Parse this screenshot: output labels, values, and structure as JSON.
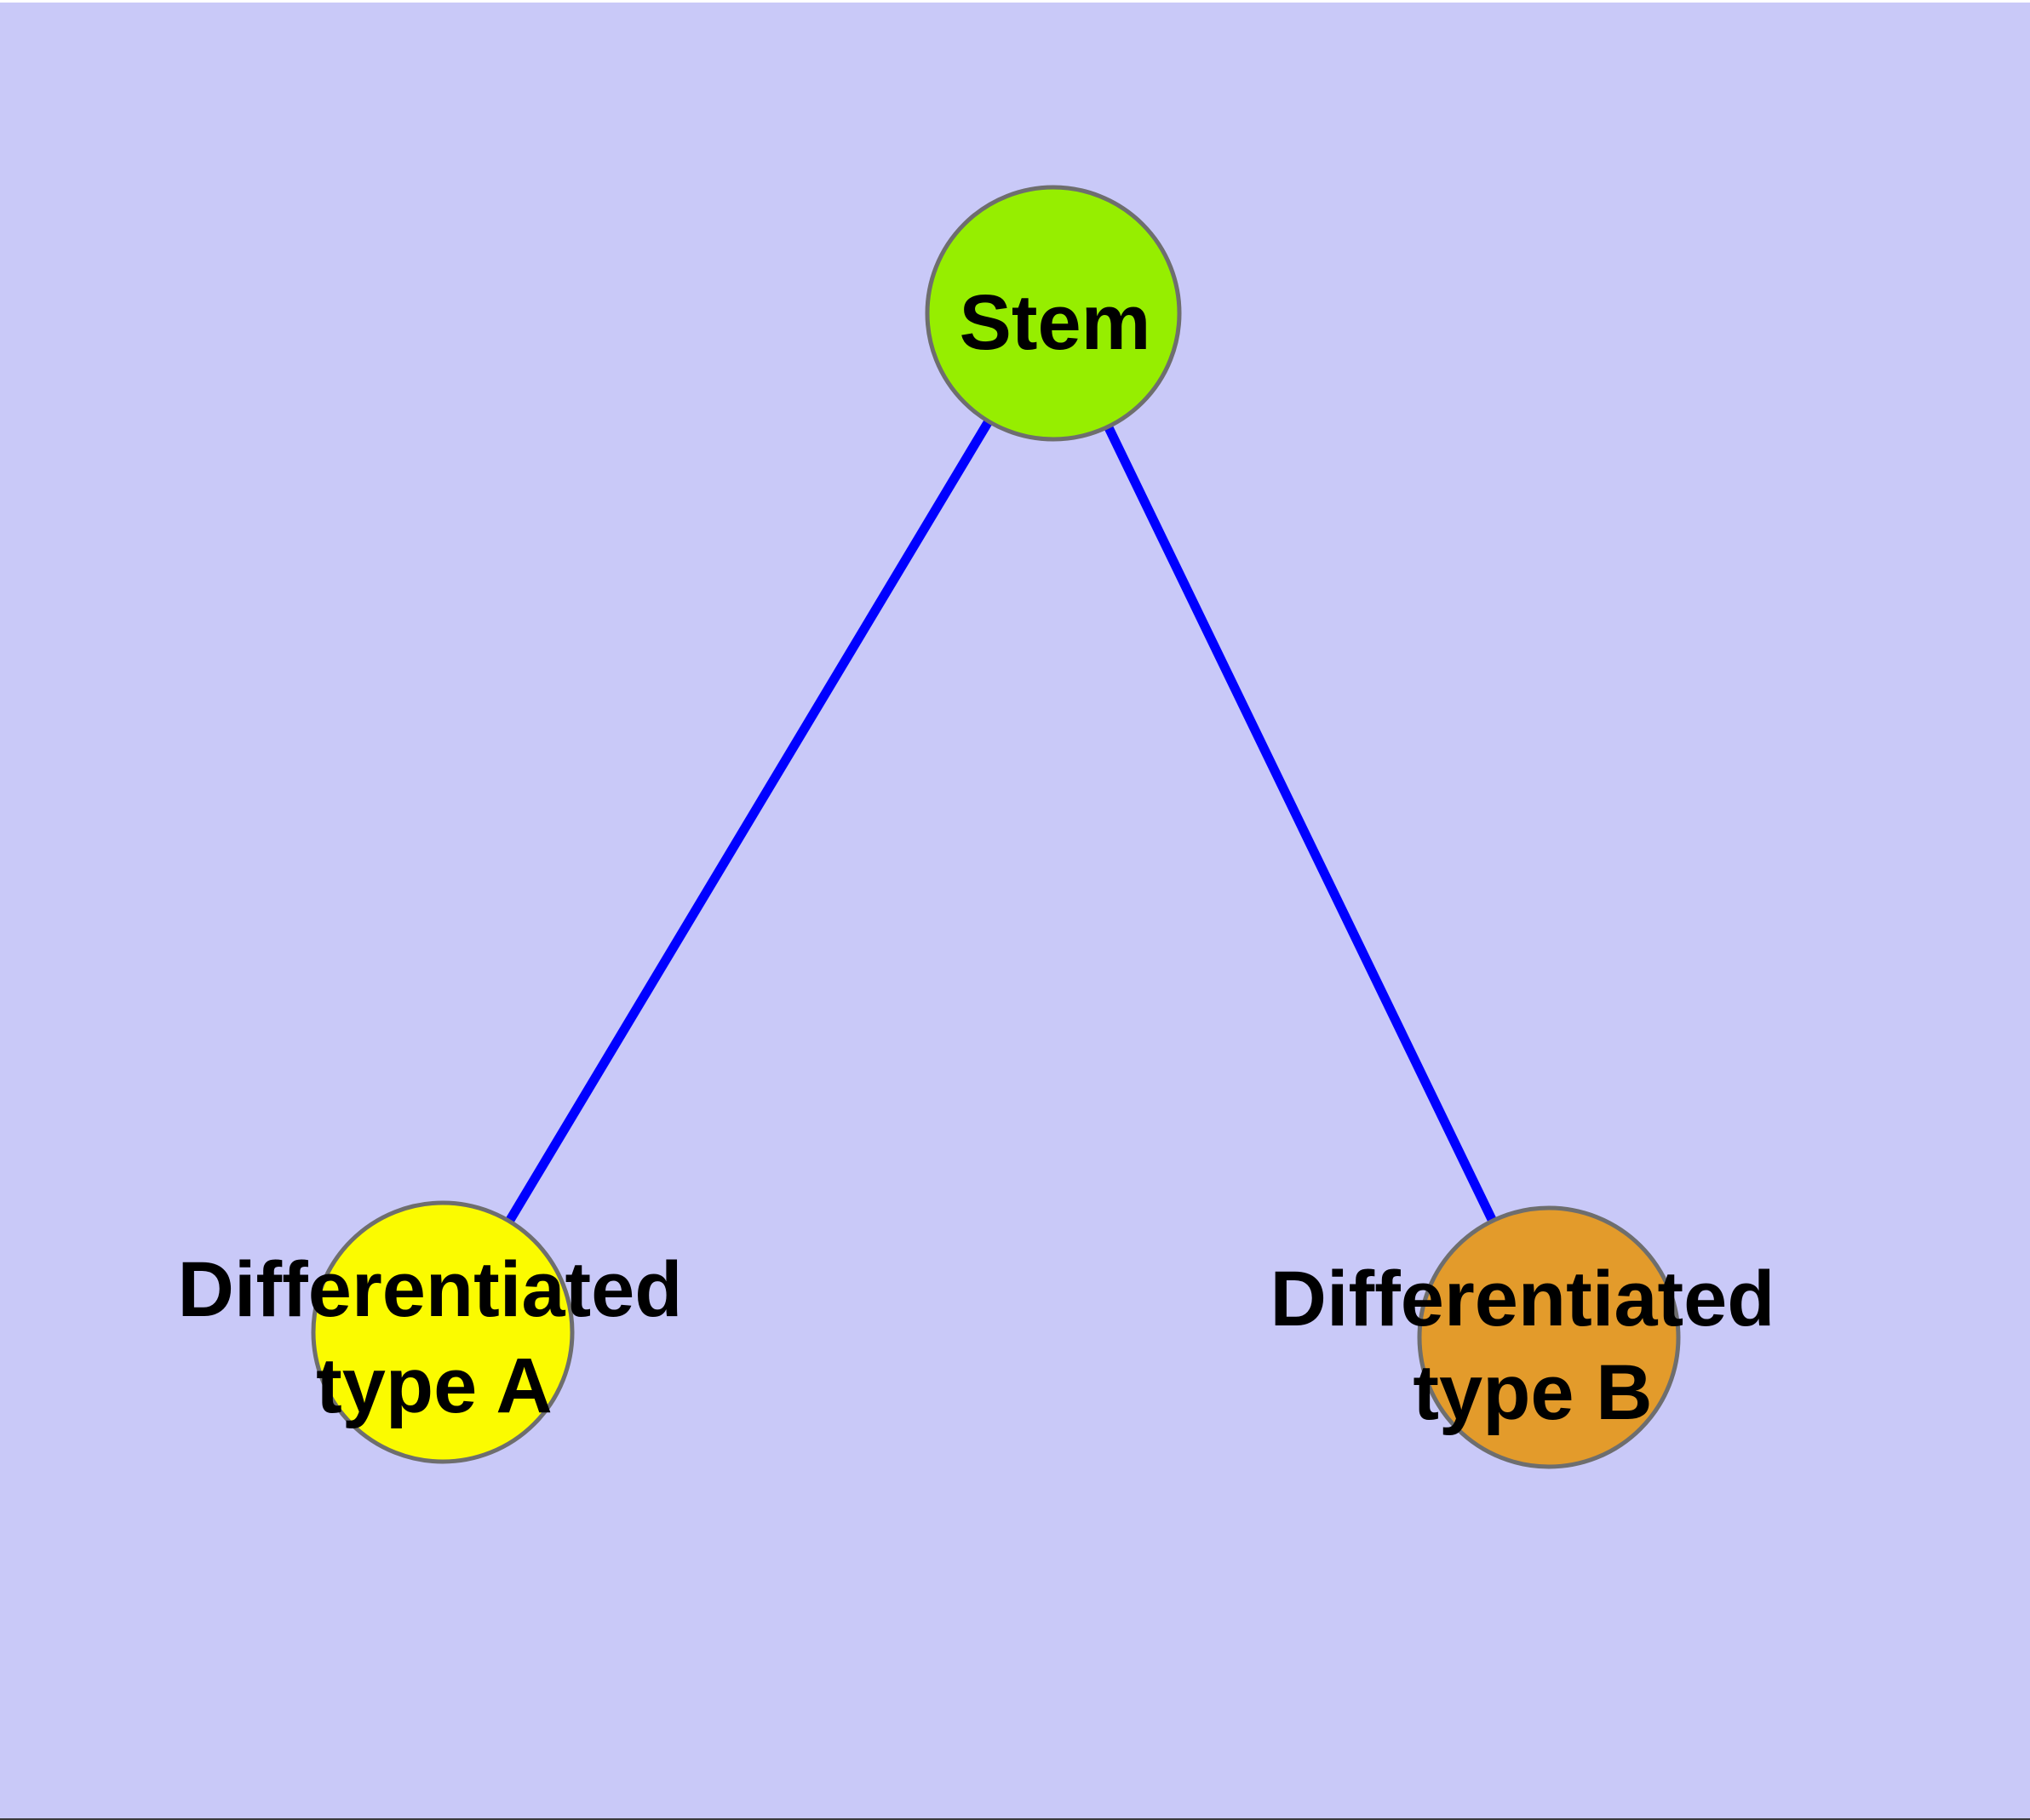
{
  "diagram": {
    "background_color": "#C9C9F8",
    "top_margin_color": "#FFFFFF",
    "bottom_border_color": "#3A3A3A",
    "edge_color": "#0000FF",
    "node_border_color": "#6E6E6E",
    "label_color": "#000000",
    "nodes": {
      "stem": {
        "label": "Stem",
        "color": "#96EE00"
      },
      "type_a": {
        "label_line1": "Differentiated",
        "label_line2": "type A",
        "color": "#FBFB00"
      },
      "type_b": {
        "label_line1": "Differentiated",
        "label_line2": "type B",
        "color": "#E39B2B"
      }
    },
    "edges": [
      {
        "from": "Stem",
        "to": "Differentiated type A"
      },
      {
        "from": "Stem",
        "to": "Differentiated type B"
      }
    ]
  }
}
